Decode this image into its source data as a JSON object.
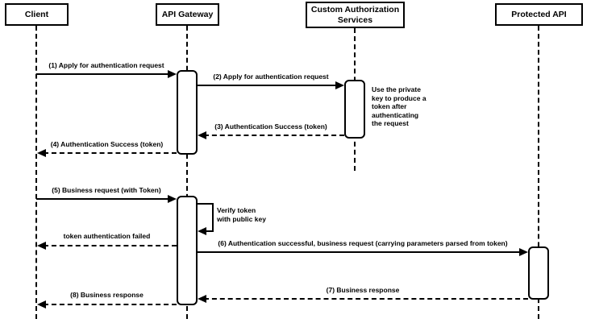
{
  "diagram": {
    "type": "sequence-diagram",
    "colors": {
      "line": "#000000",
      "fill": "#ffffff",
      "text": "#000000"
    },
    "actors": [
      {
        "name": "Client"
      },
      {
        "name": "API Gateway"
      },
      {
        "name": "Custom Authorization\nServices"
      },
      {
        "name": "Protected API"
      }
    ],
    "messages": [
      {
        "label": "(1) Apply for authentication request",
        "from": "Client",
        "to": "API Gateway",
        "style": "solid"
      },
      {
        "label": "(2) Apply for authentication request",
        "from": "API Gateway",
        "to": "Custom Authorization Services",
        "style": "solid"
      },
      {
        "label": "(3) Authentication Success (token)",
        "from": "Custom Authorization Services",
        "to": "API Gateway",
        "style": "dashed"
      },
      {
        "label": "(4) Authentication Success (token)",
        "from": "API Gateway",
        "to": "Client",
        "style": "dashed"
      },
      {
        "label": "(5) Business request (with Token)",
        "from": "Client",
        "to": "API Gateway",
        "style": "solid"
      },
      {
        "label": "token authentication failed",
        "from": "API Gateway",
        "to": "Client",
        "style": "dashed"
      },
      {
        "label": "(6) Authentication successful, business request (carrying parameters parsed from token)",
        "from": "API Gateway",
        "to": "Protected API",
        "style": "solid"
      },
      {
        "label": "(7) Business response",
        "from": "Protected API",
        "to": "API Gateway",
        "style": "dashed"
      },
      {
        "label": "(8) Business response",
        "from": "API Gateway",
        "to": "Client",
        "style": "dashed"
      }
    ],
    "self_message": {
      "label": "Verify token\nwith public key",
      "actor": "API Gateway",
      "style": "solid"
    },
    "notes": [
      {
        "label": "Use the private\nkey to produce a\ntoken after\nauthenticating\nthe request",
        "attached_to": "Custom Authorization Services"
      }
    ]
  }
}
